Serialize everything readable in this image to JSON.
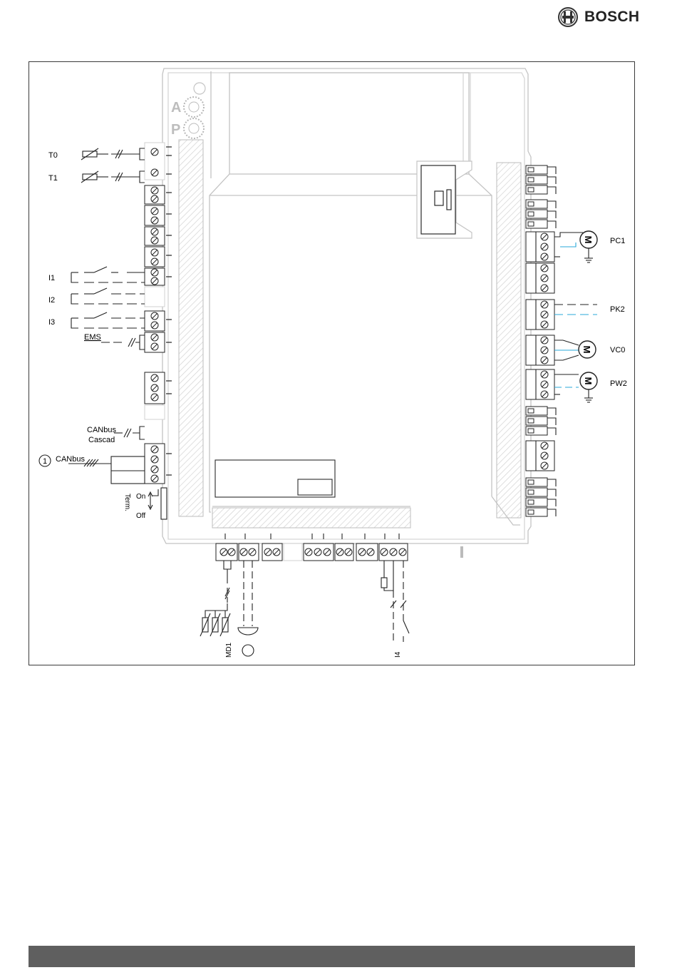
{
  "brand": {
    "name": "BOSCH",
    "logo_icon": "bosch-armature-icon"
  },
  "rotary_switches": {
    "a_label": "A",
    "p_label": "P"
  },
  "left_connections": {
    "t0": "T0",
    "t1": "T1",
    "i1": "I1",
    "i2": "I2",
    "i3": "I3",
    "ems": "EMS",
    "canbus_cascade_line1": "CANbus",
    "canbus_cascade_line2": "Cascad",
    "callout_number": "1",
    "canbus": "CANbus",
    "term_label": "Term.",
    "term_on": "On",
    "term_off": "Off"
  },
  "right_connections": {
    "pc1": "PC1",
    "pk2": "PK2",
    "vc0": "VC0",
    "pw2": "PW2"
  },
  "motor_symbol": "M",
  "bottom_connections": {
    "md1": "MD1",
    "i4": "I4"
  },
  "colors": {
    "accent_cyan": "#29a8d8",
    "line": "#2a2a2a",
    "hatch": "#d8d8d8",
    "footer": "#5f5f5f"
  }
}
